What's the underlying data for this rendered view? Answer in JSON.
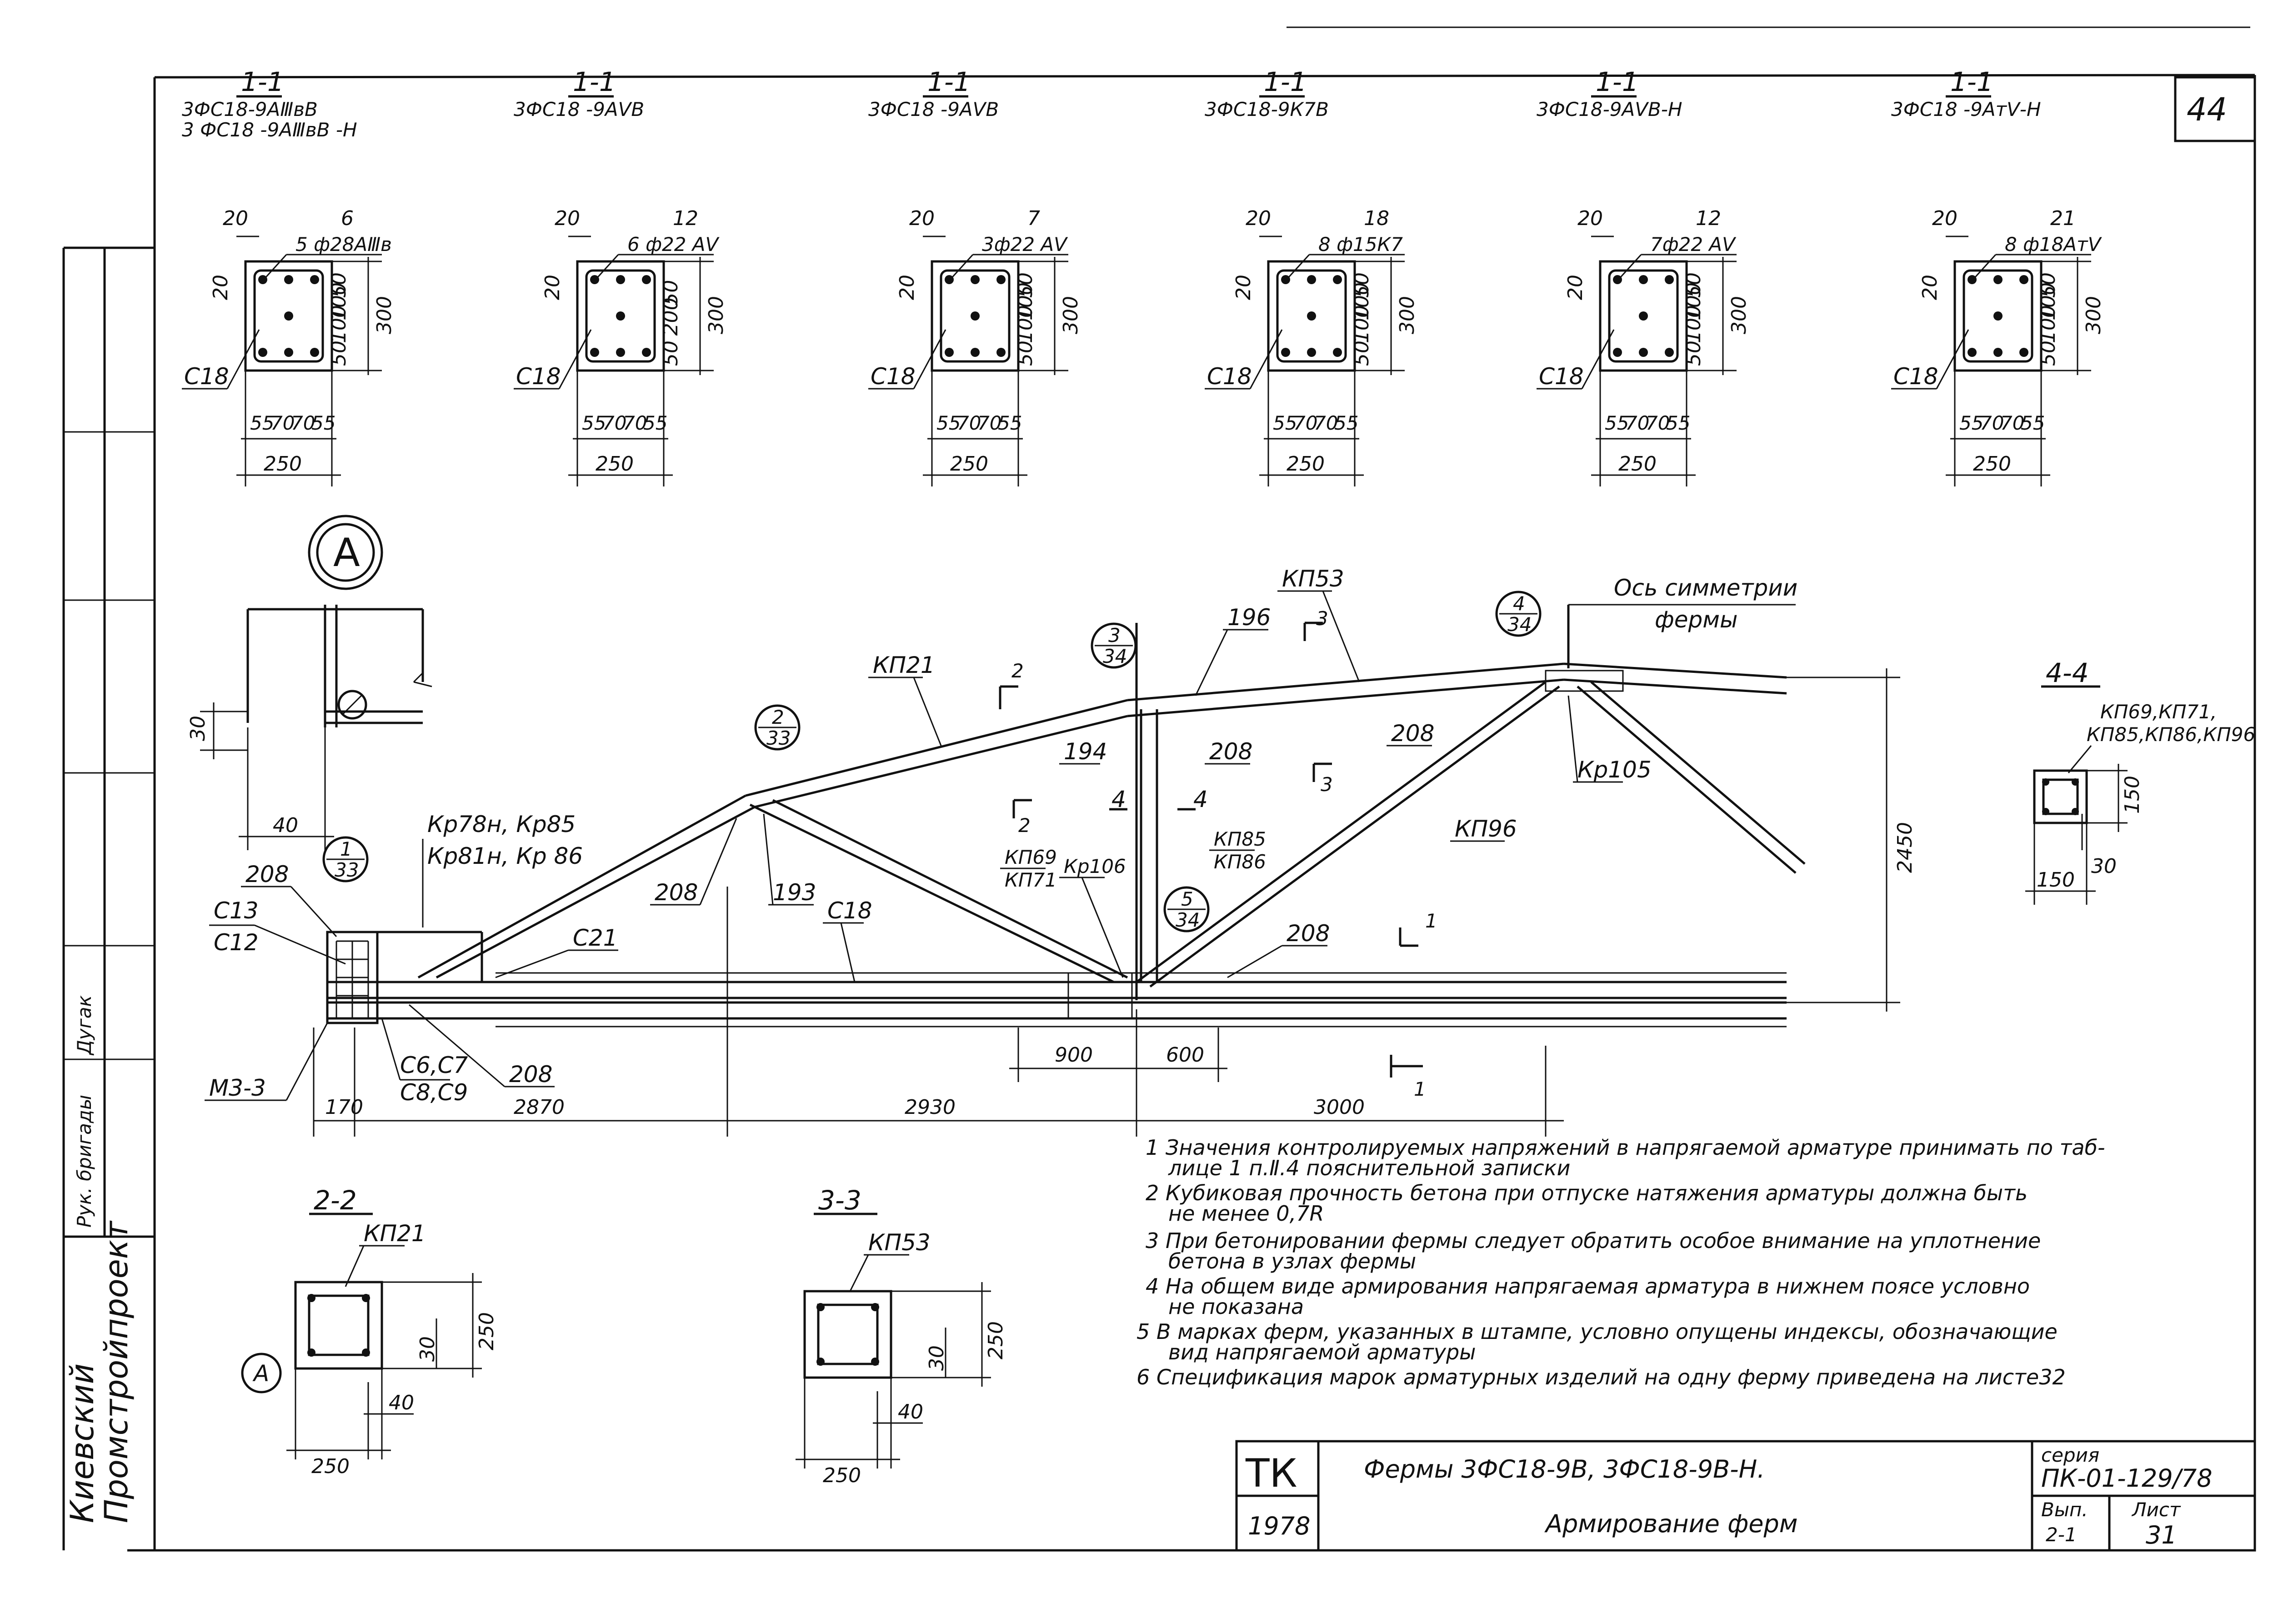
{
  "sheet": {
    "page_number": "44",
    "organization": [
      "Киевский",
      "Промстройпроект"
    ],
    "side_stamp": [
      "Рук. бригады",
      "Дугак"
    ]
  },
  "sections": [
    {
      "title": "1-1",
      "mark_a": "3ФС18-9AⅢвВ",
      "mark_b": "3 ФС18 -9AⅢвВ -Н",
      "top_dim": "20",
      "bar_no": "6",
      "bars": "5 ф28AⅢв",
      "side_dim": "20",
      "inner_dims": [
        "50",
        "100",
        "100",
        "50"
      ],
      "height": "300",
      "bottom_dims": [
        "55",
        "70",
        "70",
        "55"
      ],
      "width": "250",
      "stirrup": "С18"
    },
    {
      "title": "1-1",
      "mark_a": "3ФС18 -9AⅤВ",
      "mark_b": "",
      "top_dim": "20",
      "bar_no": "12",
      "bars": "6 ф22 AⅤ",
      "side_dim": "20",
      "inner_dims": [
        "50",
        "200",
        "50"
      ],
      "height": "300",
      "bottom_dims": [
        "55",
        "70",
        "70",
        "55"
      ],
      "width": "250",
      "stirrup": "С18"
    },
    {
      "title": "1-1",
      "mark_a": "3ФС18 -9AⅤВ",
      "mark_b": "",
      "top_dim": "20",
      "bar_no": "7",
      "bars": "3ф22 AⅤ",
      "side_dim": "20",
      "inner_dims": [
        "50",
        "100",
        "100",
        "50"
      ],
      "height": "300",
      "bottom_dims": [
        "55",
        "70",
        "70",
        "55"
      ],
      "width": "250",
      "stirrup": "С18"
    },
    {
      "title": "1-1",
      "mark_a": "3ФС18-9К7В",
      "mark_b": "",
      "top_dim": "20",
      "bar_no": "18",
      "bars": "8 ф15К7",
      "side_dim": "20",
      "inner_dims": [
        "50",
        "100",
        "100",
        "50"
      ],
      "height": "300",
      "bottom_dims": [
        "55",
        "70",
        "70",
        "55"
      ],
      "width": "250",
      "stirrup": "С18"
    },
    {
      "title": "1-1",
      "mark_a": "3ФС18-9AⅤВ-Н",
      "mark_b": "",
      "top_dim": "20",
      "bar_no": "12",
      "bars": "7ф22 AⅤ",
      "side_dim": "20",
      "inner_dims": [
        "50",
        "100",
        "100",
        "50"
      ],
      "height": "300",
      "bottom_dims": [
        "55",
        "70",
        "70",
        "55"
      ],
      "width": "250",
      "stirrup": "С18"
    },
    {
      "title": "1-1",
      "mark_a": "3ФС18 -9AтⅤ-Н",
      "mark_b": "",
      "top_dim": "20",
      "bar_no": "21",
      "bars": "8 ф18AтⅤ",
      "side_dim": "20",
      "inner_dims": [
        "50",
        "100",
        "100",
        "50"
      ],
      "height": "300",
      "bottom_dims": [
        "55",
        "70",
        "70",
        "55"
      ],
      "width": "250",
      "stirrup": "С18"
    }
  ],
  "detail_a": {
    "callout": "А",
    "dim_v": "30",
    "dim_h": "40"
  },
  "truss": {
    "callouts": [
      {
        "top": "1",
        "bottom": "33"
      },
      {
        "top": "2",
        "bottom": "33"
      },
      {
        "top": "3",
        "bottom": "34"
      },
      {
        "top": "4",
        "bottom": "34"
      },
      {
        "top": "5",
        "bottom": "34"
      }
    ],
    "labels": {
      "kp21": "КП21",
      "kp53": "КП53",
      "kp96": "КП96",
      "kp69": "КП69",
      "kp71": "КП71",
      "kp85": "КП85",
      "kp86": "КП86",
      "kr105": "Кр105",
      "kr106": "Кр106",
      "kr78": "Кр78н, Кр85",
      "kr81": "Кр81н, Кр 86",
      "c13": "С13",
      "c12": "С12",
      "c21": "С21",
      "c18": "С18",
      "c6c7": "С6,С7",
      "c8c9": "С8,С9",
      "m33": "М3-3",
      "n208": "208",
      "n193": "193",
      "n194": "194",
      "n196": "196",
      "axis": "Ось симметрии",
      "axis2": "фермы"
    },
    "cuts": [
      "1",
      "2",
      "3",
      "4"
    ],
    "dims": {
      "height": "2450",
      "d170": "170",
      "d2870": "2870",
      "d2930": "2930",
      "d3000": "3000",
      "d900": "900",
      "d600": "600"
    }
  },
  "section_44": {
    "title": "4-4",
    "marks_a": "КП69,КП71,",
    "marks_b": "КП85,КП86,КП96",
    "dim_150v": "150",
    "dim_30": "30",
    "dim_150h": "150"
  },
  "section_22": {
    "title": "2-2",
    "mark": "КП21",
    "callout": "А",
    "dim_250v": "250",
    "dim_30": "30",
    "dim_40": "40",
    "dim_250h": "250"
  },
  "section_33": {
    "title": "3-3",
    "mark": "КП53",
    "dim_250v": "250",
    "dim_30": "30",
    "dim_40": "40",
    "dim_250h": "250"
  },
  "notes": [
    "1 Значения контролируемых напряжений в напрягаемой арматуре принимать по таб-",
    "лице 1 п.Ⅱ.4 пояснительной записки",
    "2 Кубиковая прочность бетона при отпуске натяжения арматуры должна быть",
    "не менее 0,7R",
    "3 При бетонировании фермы следует обратить особое внимание на уплотнение",
    "бетона в узлах фермы",
    "4 На общем виде армирования напрягаемая арматура в нижнем поясе условно",
    "не показана",
    "5 В марках ферм, указанных в штампе, условно опущены индексы, обозначающие",
    "вид напрягаемой арматуры",
    "6 Спецификация марок арматурных изделий на одну ферму приведена на листе32"
  ],
  "title_block": {
    "code": "ТК",
    "year": "1978",
    "title": "Фермы 3ФС18-9В, 3ФС18-9В-Н.",
    "subtitle": "Армирование ферм",
    "series_label": "серия",
    "series": "ПК-01-129/78",
    "issue_label": "Вып.",
    "issue": "2-1",
    "sheet_label": "Лист",
    "sheet": "31"
  }
}
